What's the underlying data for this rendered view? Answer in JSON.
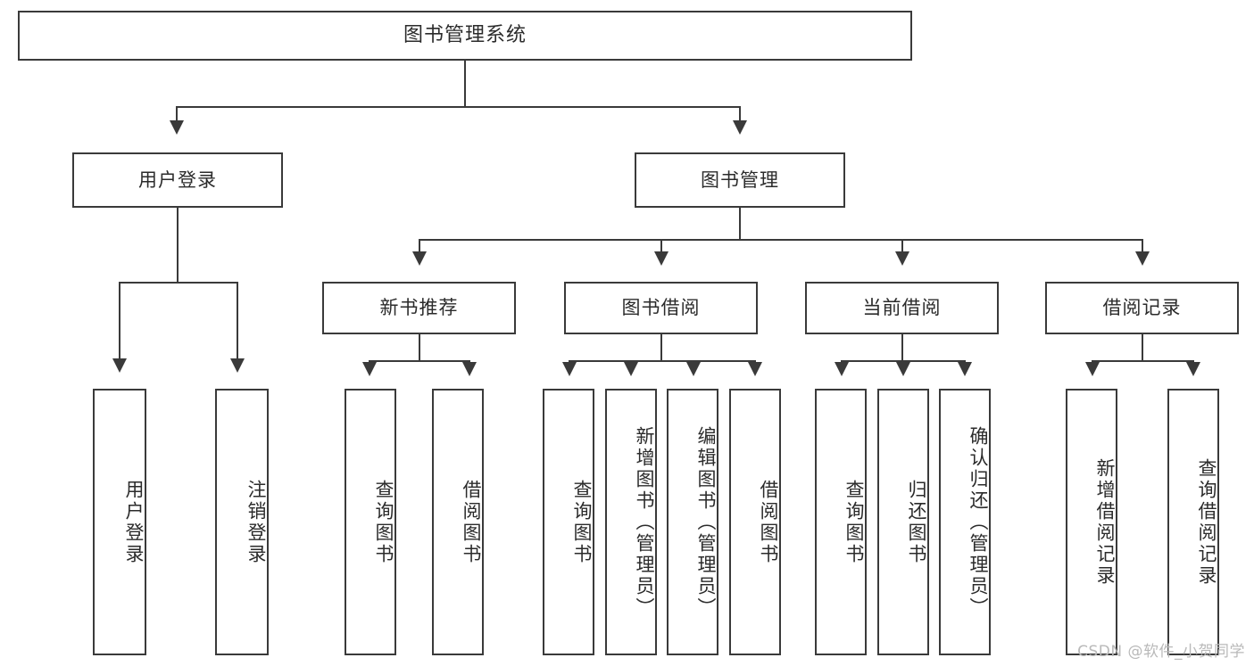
{
  "diagram": {
    "type": "tree",
    "title": "图书管理系统",
    "orientation": "top-down",
    "colors": {
      "box_border": "#3a3a3a",
      "box_fill": "#ffffff",
      "connector": "#3a3a3a",
      "text": "#2b2b2b",
      "watermark": "#b9b9b9",
      "background": "#ffffff"
    },
    "root": {
      "label": "图书管理系统"
    },
    "level2": [
      {
        "label": "用户登录"
      },
      {
        "label": "图书管理"
      }
    ],
    "level3": [
      {
        "label": "新书推荐"
      },
      {
        "label": "图书借阅"
      },
      {
        "label": "当前借阅"
      },
      {
        "label": "借阅记录"
      }
    ],
    "leaves": {
      "user_login": [
        {
          "label": "用户登录"
        },
        {
          "label": "注销登录"
        }
      ],
      "new_book_recommend": [
        {
          "label": "查询图书"
        },
        {
          "label": "借阅图书"
        }
      ],
      "book_borrow": [
        {
          "label": "查询图书"
        },
        {
          "label": "新增图书（管理员）"
        },
        {
          "label": "编辑图书（管理员）"
        },
        {
          "label": "借阅图书"
        }
      ],
      "current_borrow": [
        {
          "label": "查询图书"
        },
        {
          "label": "归还图书"
        },
        {
          "label": "确认归还（管理员）"
        }
      ],
      "borrow_record": [
        {
          "label": "新增借阅记录"
        },
        {
          "label": "查询借阅记录"
        }
      ]
    }
  },
  "watermark": {
    "text": "CSDN @软件_小贺同学"
  }
}
